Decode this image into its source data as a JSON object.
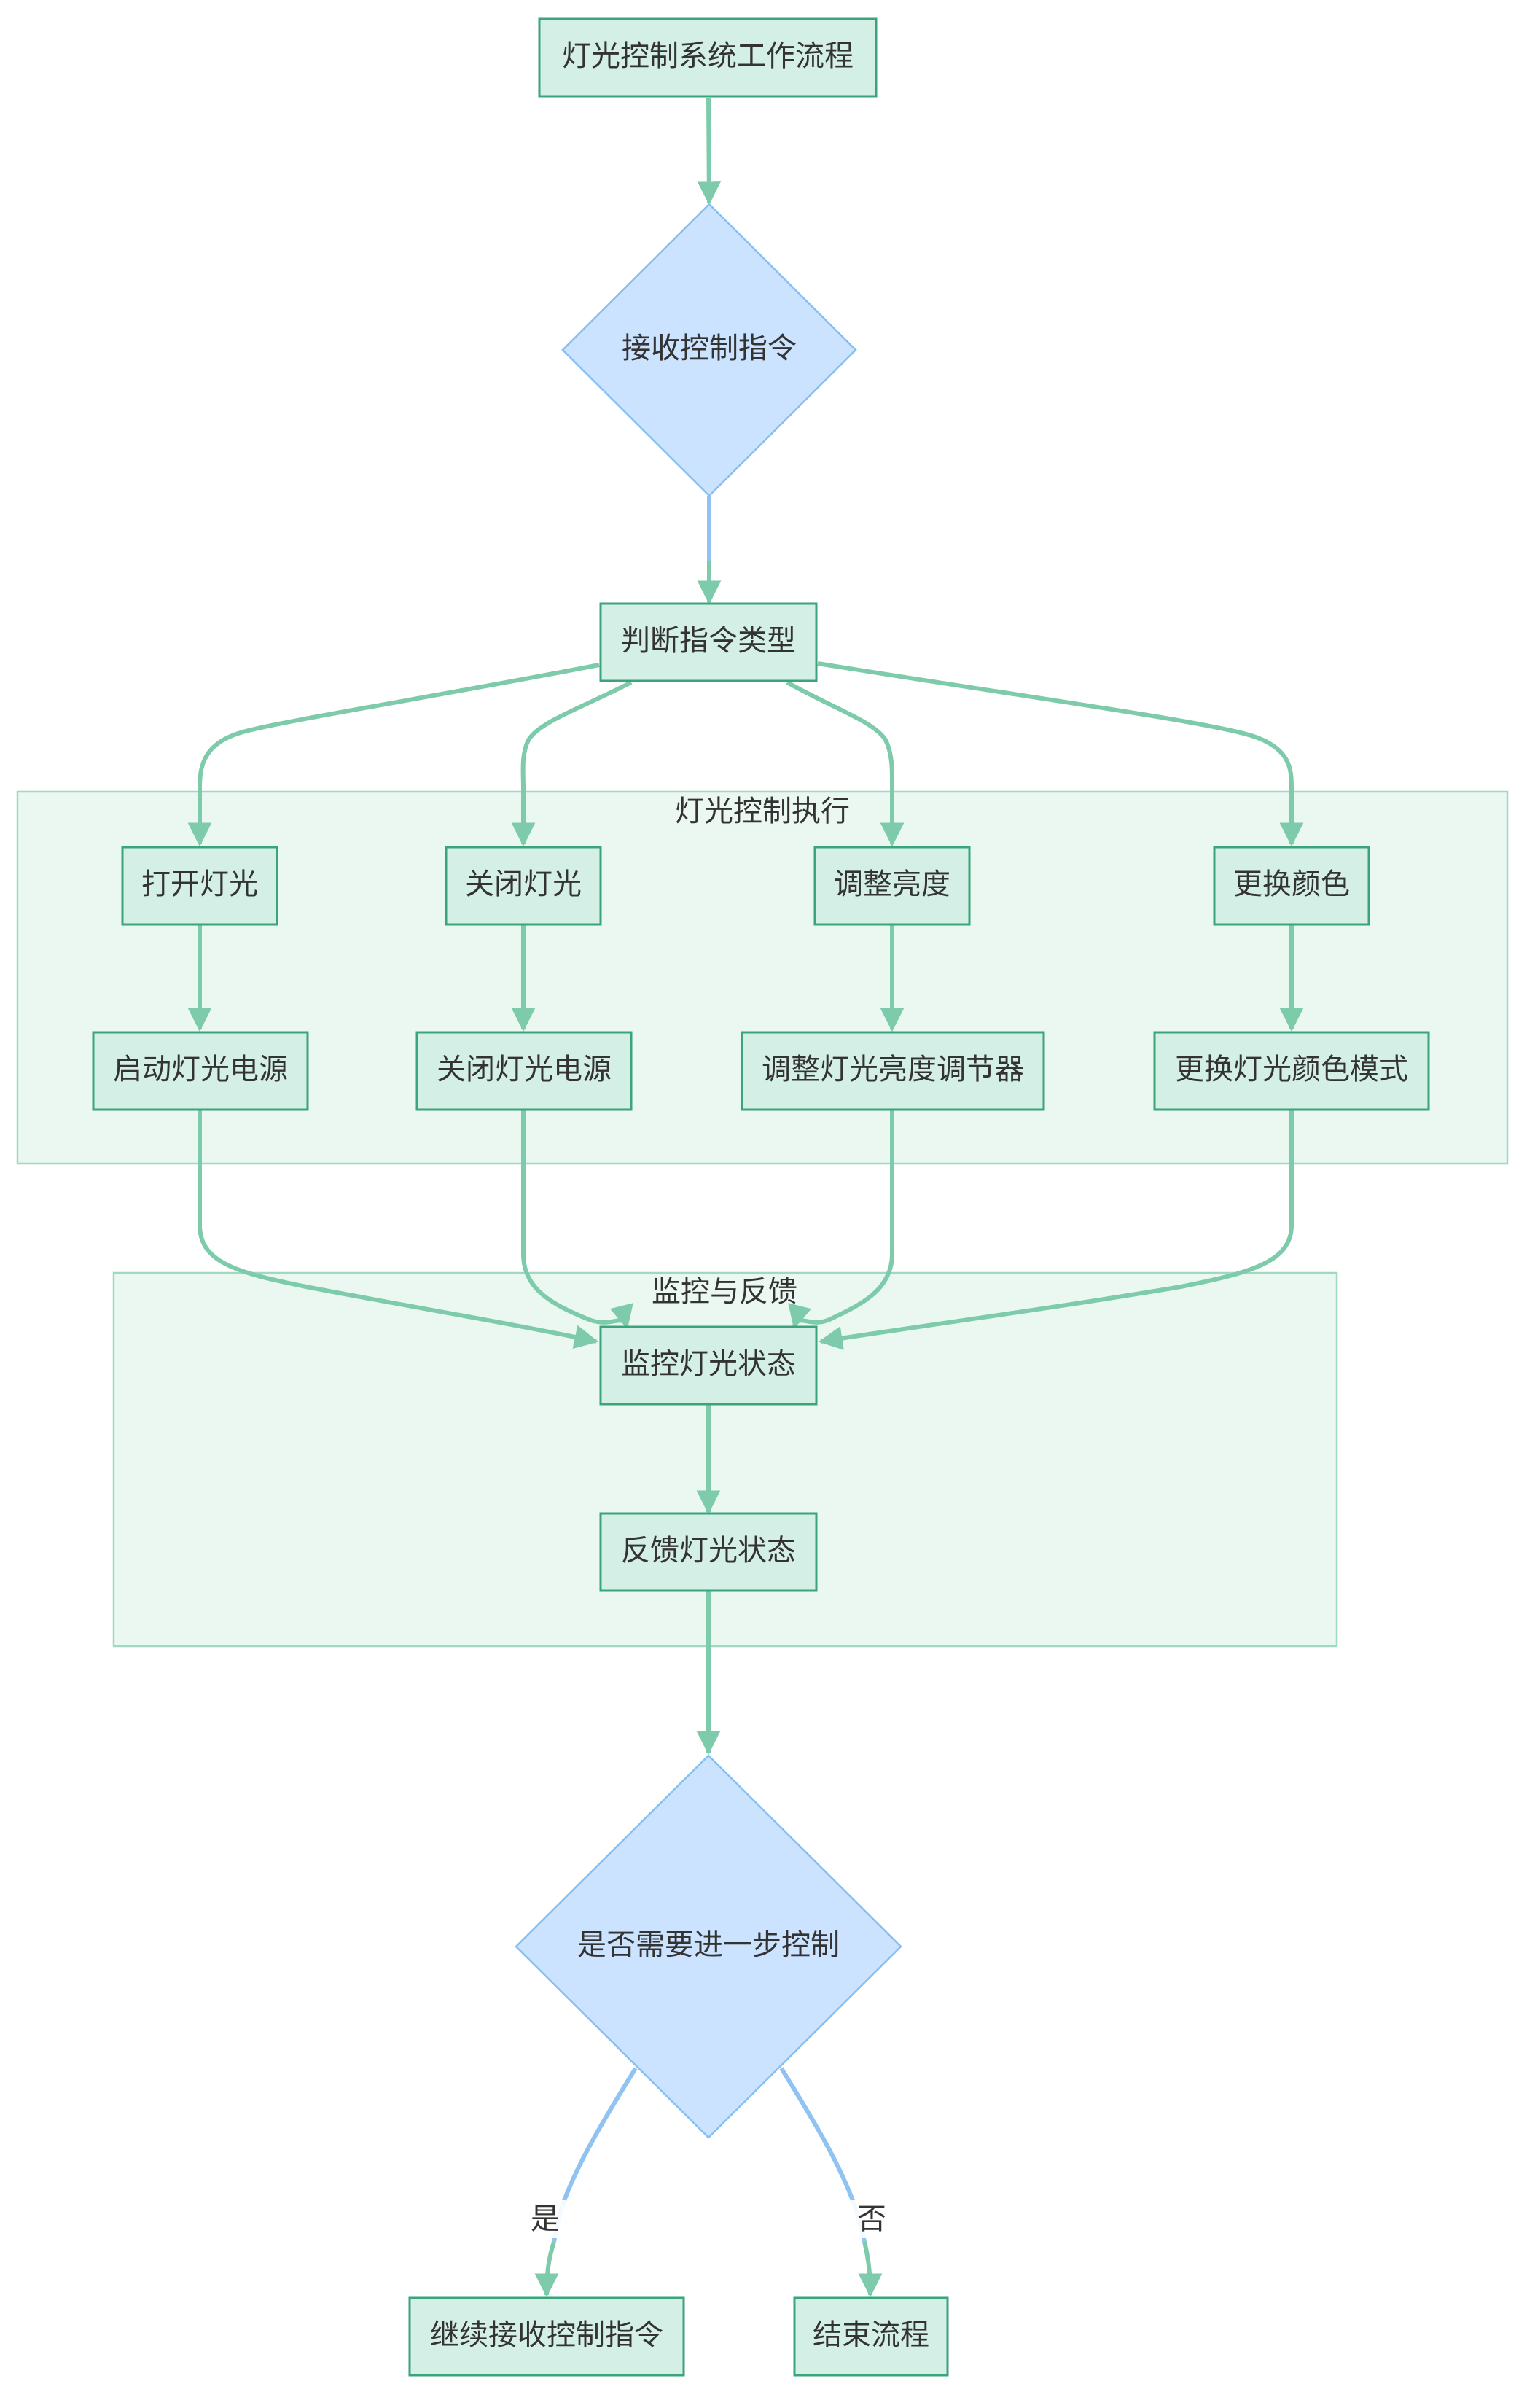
{
  "nodes": {
    "start": "灯光控制系统工作流程",
    "receive": "接收控制指令",
    "judge": "判断指令类型",
    "on": "打开灯光",
    "off": "关闭灯光",
    "brightness": "调整亮度",
    "color": "更换颜色",
    "power_on": "启动灯光电源",
    "power_off": "关闭灯光电源",
    "brightness_adj": "调整灯光亮度调节器",
    "color_mode": "更换灯光颜色模式",
    "monitor": "监控灯光状态",
    "feedback": "反馈灯光状态",
    "decision": "是否需要进一步控制",
    "continue": "继续接收控制指令",
    "end": "结束流程"
  },
  "clusters": {
    "execute": "灯光控制执行",
    "monitor": "监控与反馈"
  },
  "edge_labels": {
    "yes": "是",
    "no": "否"
  },
  "colors": {
    "node_fill": "#d4efe5",
    "node_stroke": "#3aa57b",
    "decision_fill": "#cce3ff",
    "decision_stroke": "#86bff0",
    "edge_green": "#7dcbaa",
    "edge_blue": "#90c2f2",
    "cluster_fill": "#ebf8f2"
  }
}
